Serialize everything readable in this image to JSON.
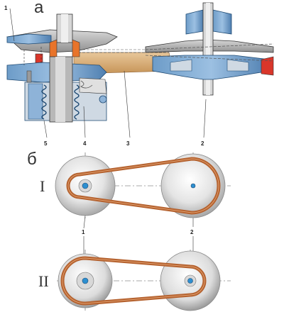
{
  "section_labels": {
    "a": "а",
    "b": "б"
  },
  "row_labels": {
    "I": "I",
    "II": "II"
  },
  "callouts_top": [
    "1",
    "5",
    "4",
    "3",
    "2"
  ],
  "callouts_bottom": [
    "1",
    "2"
  ],
  "colors": {
    "body_blue": "#4f7fb0",
    "body_blue_light": "#8eb3d8",
    "body_blue_dark": "#2f5f8f",
    "gray_shade": "#b8b8b8",
    "gray_dark": "#7a7a7a",
    "orange_part": "#e8742a",
    "red_belt": "#d9362a",
    "belt_brown": "#b5622f",
    "belt_tan": "#d9b07c",
    "pulley_light": "#f2f2f2",
    "pulley_mid": "#c8c8c8",
    "hub_blue": "#2d8fd0"
  },
  "icons": {
    "spring": "spring-icon",
    "bolt": "bolt-icon"
  }
}
